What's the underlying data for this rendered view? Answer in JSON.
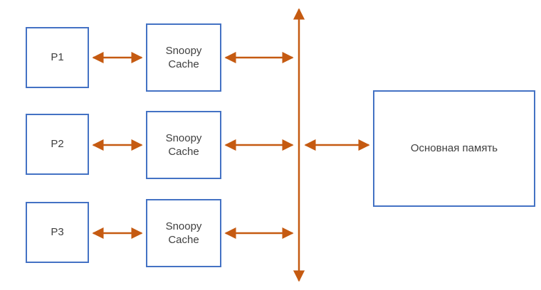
{
  "colors": {
    "box_border": "#4472C4",
    "arrow": "#C55A11",
    "text": "#404040",
    "background": "#ffffff"
  },
  "processors": [
    {
      "label": "P1"
    },
    {
      "label": "P2"
    },
    {
      "label": "P3"
    }
  ],
  "caches": [
    {
      "label": "Snoopy Cache"
    },
    {
      "label": "Snoopy Cache"
    },
    {
      "label": "Snoopy Cache"
    }
  ],
  "memory": {
    "label": "Основная память"
  }
}
